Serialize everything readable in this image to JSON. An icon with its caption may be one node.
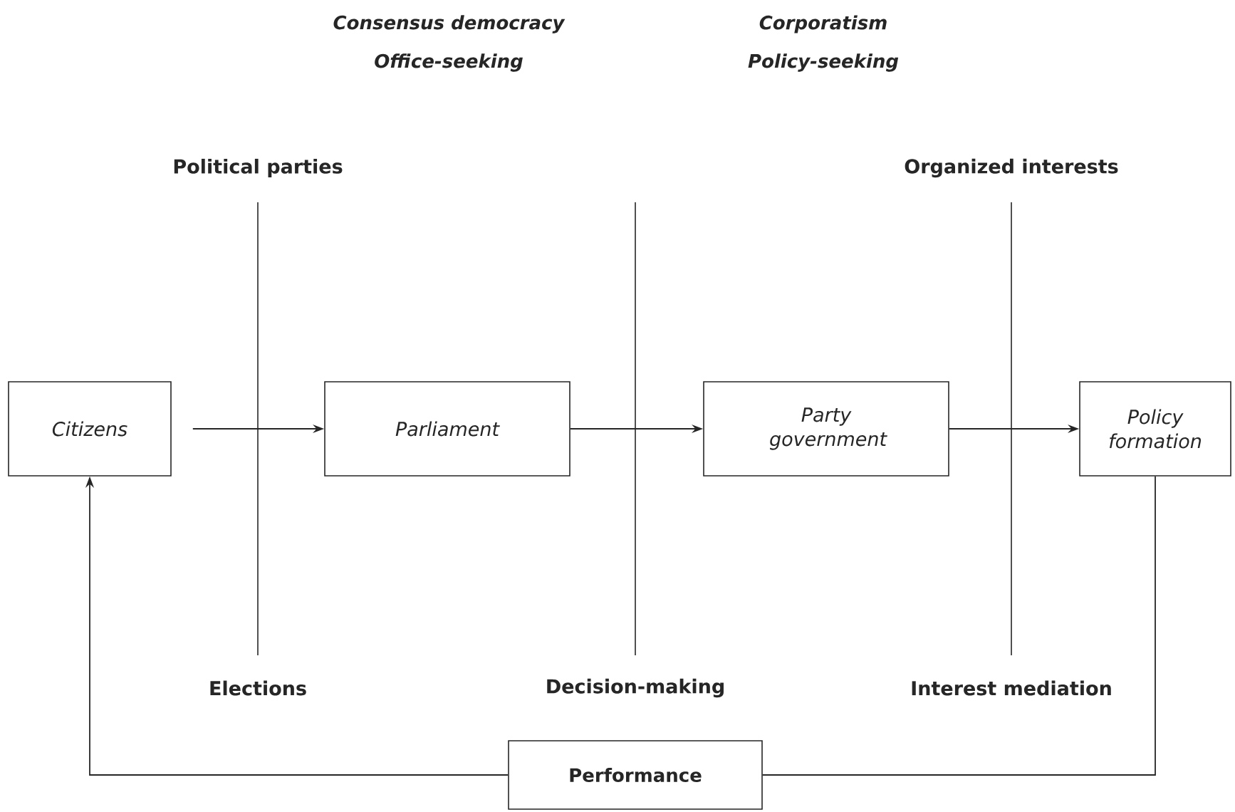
{
  "diagram": {
    "nodes": [
      {
        "text": [
          "Citizens"
        ]
      },
      {
        "text": [
          "Parliament"
        ]
      },
      {
        "text": [
          "Party government"
        ]
      },
      {
        "text": [
          "Policy formation"
        ]
      },
      {
        "text": [
          "Performance"
        ]
      }
    ],
    "edges": [
      {
        "from": 0,
        "to": 1,
        "arrow": "to"
      },
      {
        "from": 1,
        "to": 2,
        "arrow": "to"
      },
      {
        "from": 2,
        "to": 3,
        "arrow": "to"
      },
      {
        "from": 3,
        "to": 4,
        "arrow": "none"
      },
      {
        "from": 4,
        "to": 0,
        "arrow": "to"
      }
    ],
    "labels": [
      "Consensus democracy",
      "Office-seeking",
      "Corporatism",
      "Policy-seeking",
      "Political parties",
      "Organized interests",
      "Elections",
      "Decision-making",
      "Interest mediation"
    ]
  }
}
